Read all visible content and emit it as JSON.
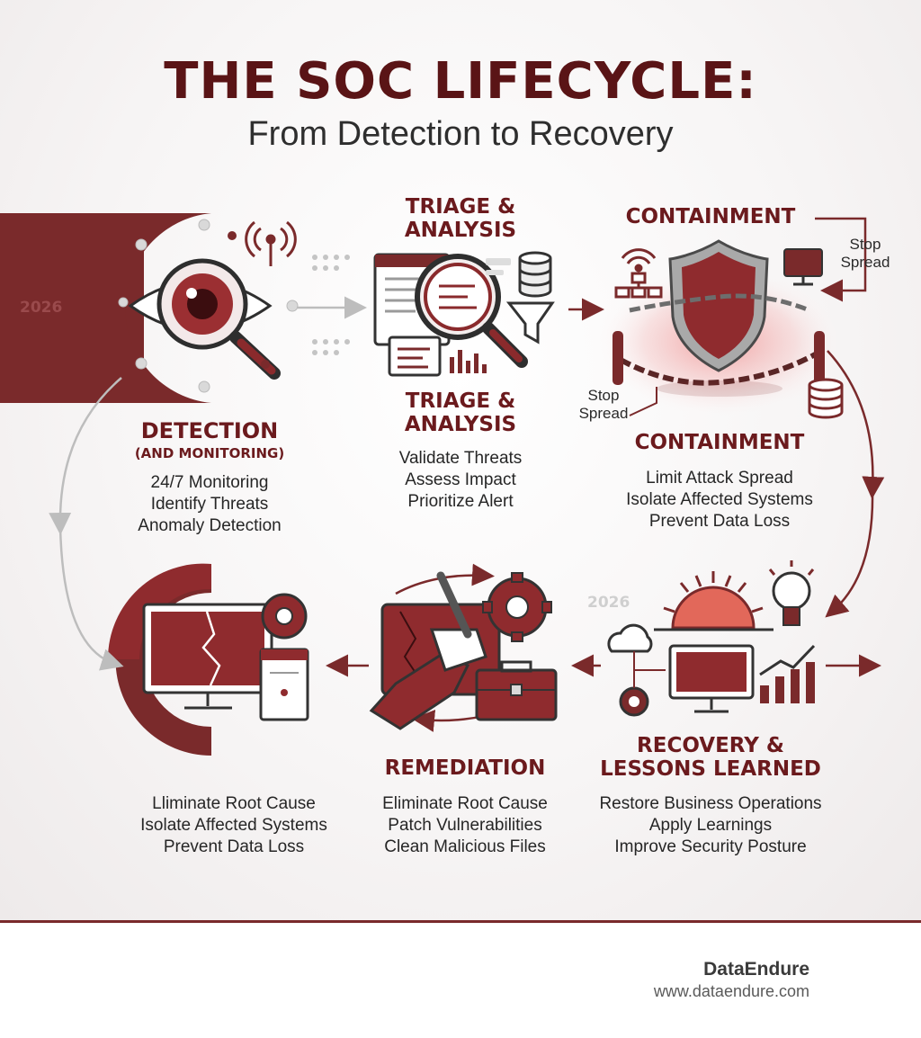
{
  "header": {
    "title": "THE SOC LIFECYCLE:",
    "subtitle": "From Detection to Recovery"
  },
  "year_marks": [
    "2026",
    "2026"
  ],
  "stages": {
    "detection": {
      "title": "DETECTION",
      "subtitle": "(AND MONITORING)",
      "lines": [
        "24/7 Monitoring",
        "Identify Threats",
        "Anomaly Detection"
      ]
    },
    "triage": {
      "title_top": "TRIAGE &\nANALYSIS",
      "title": "TRIAGE &\nANALYSIS",
      "lines": [
        "Validate Threats",
        "Assess Impact",
        "Prioritize Alert"
      ]
    },
    "containment": {
      "title_top": "CONTAINMENT",
      "title": "CONTAINMENT",
      "lines": [
        "Limit Attack Spread",
        "Isolate Affected Systems",
        "Prevent Data Loss"
      ],
      "note_right": "Stop\nSpread",
      "note_left": "Stop\nSpread"
    },
    "eradication": {
      "lines": [
        "Lliminate Root Cause",
        "Isolate Affected Systems",
        "Prevent Data Loss"
      ]
    },
    "remediation": {
      "title": "REMEDIATION",
      "lines": [
        "Eliminate Root Cause",
        "Patch Vulnerabilities",
        "Clean Malicious Files"
      ]
    },
    "recovery": {
      "title": "RECOVERY &\nLESSONS LEARNED",
      "lines": [
        "Restore Business Operations",
        "Apply Learnings",
        "Improve Security Posture"
      ]
    }
  },
  "footer": {
    "brand": "DataEndure",
    "url": "www.dataendure.com"
  },
  "colors": {
    "maroon": "#7a2a2b",
    "dark_maroon": "#5a1416",
    "red_glow": "#e26a6a",
    "gray_connector": "#bdbdbd"
  }
}
